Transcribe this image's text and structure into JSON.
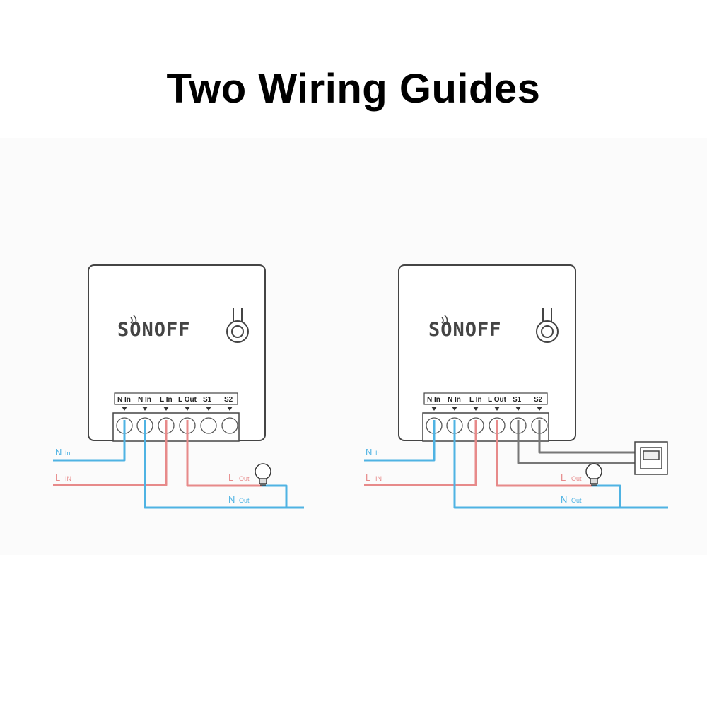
{
  "title": "Two Wiring Guides",
  "colors": {
    "blue": "#4fb3e3",
    "red": "#e78a8a",
    "gray": "#777777",
    "outline": "#444444"
  },
  "guides": [
    {
      "brand": "SONOFF",
      "terminals": [
        "N In",
        "N In",
        "L In",
        "L Out",
        "S1",
        "S2"
      ],
      "labels": {
        "n_in": {
          "main": "N",
          "sub": "In"
        },
        "l_in": {
          "main": "L",
          "sub": "IN"
        },
        "l_out": {
          "main": "L",
          "sub": "Out"
        },
        "n_out": {
          "main": "N",
          "sub": "Out"
        }
      },
      "has_switch": false
    },
    {
      "brand": "SONOFF",
      "terminals": [
        "N In",
        "N In",
        "L In",
        "L Out",
        "S1",
        "S2"
      ],
      "labels": {
        "n_in": {
          "main": "N",
          "sub": "In"
        },
        "l_in": {
          "main": "L",
          "sub": "IN"
        },
        "l_out": {
          "main": "L",
          "sub": "Out"
        },
        "n_out": {
          "main": "N",
          "sub": "Out"
        }
      },
      "has_switch": true,
      "switch_icon": "wall-switch-icon"
    }
  ],
  "icons": {
    "bulb": "light-bulb-icon",
    "antenna": "hook-icon",
    "wifi": "wifi-icon"
  }
}
